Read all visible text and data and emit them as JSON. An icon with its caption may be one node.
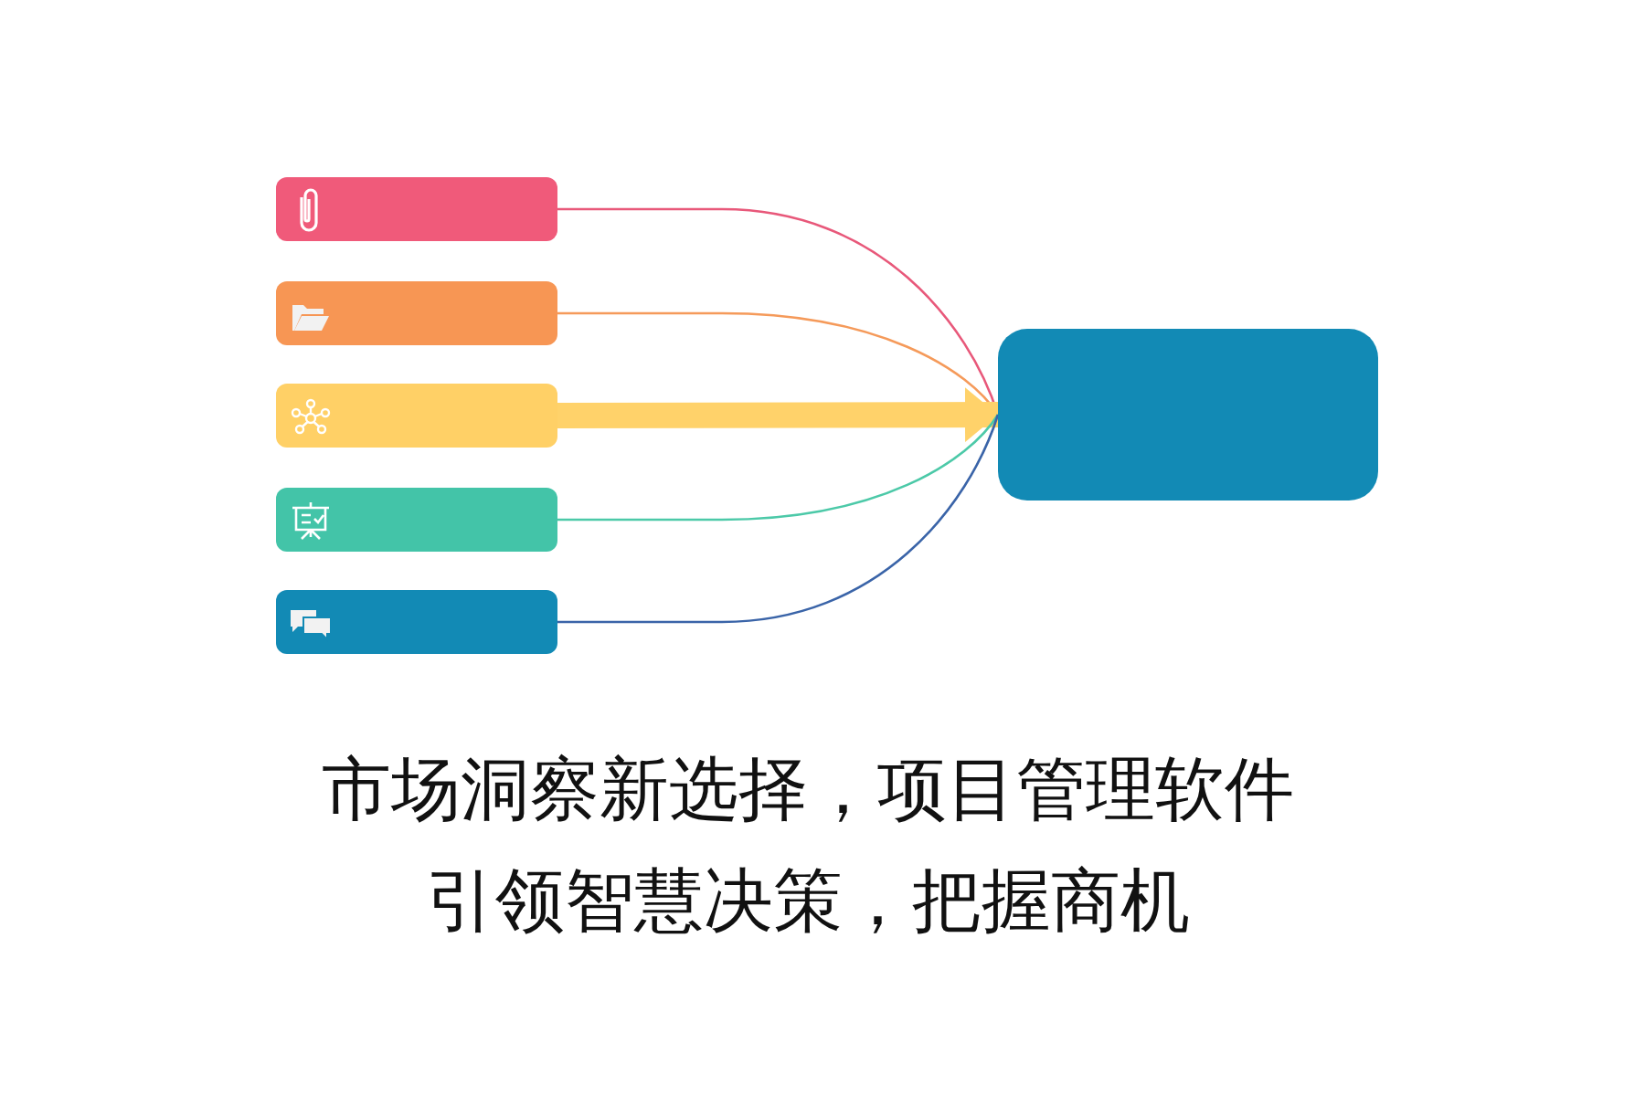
{
  "diagram": {
    "caption": "市场洞察新选择，项目管理软件引领智慧决策，把握商机",
    "nodes": [
      {
        "text": [],
        "shape": "box"
      },
      {
        "text": [],
        "shape": "box"
      },
      {
        "text": [],
        "shape": "box"
      },
      {
        "text": [],
        "shape": "box"
      },
      {
        "text": [],
        "shape": "box"
      },
      {
        "text": [],
        "shape": "box"
      }
    ],
    "edges": [
      {
        "from": 0,
        "to": 5,
        "arrow": "none",
        "color": "#e8587a"
      },
      {
        "from": 1,
        "to": 5,
        "arrow": "none",
        "color": "#f59a5a"
      },
      {
        "from": 2,
        "to": 5,
        "arrow": "to",
        "style": "thick",
        "color": "#ffd26a"
      },
      {
        "from": 3,
        "to": 5,
        "arrow": "none",
        "color": "#4cc9a8"
      },
      {
        "from": 4,
        "to": 5,
        "arrow": "none",
        "color": "#3a64a8"
      }
    ]
  }
}
